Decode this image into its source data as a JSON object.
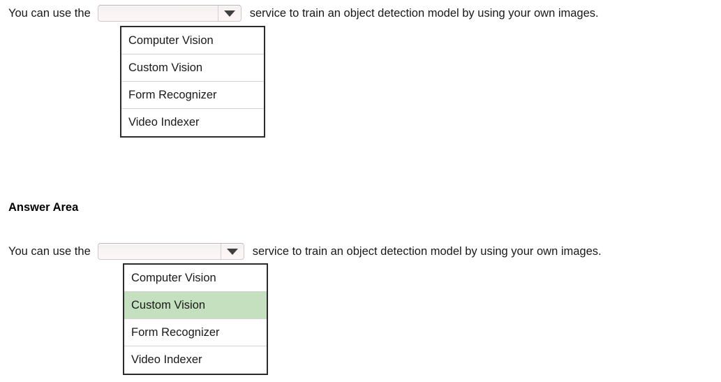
{
  "page": {
    "background_color": "#ffffff",
    "text_color": "#191919"
  },
  "question": {
    "lead_text": "You can use the",
    "tail_text": "service to train an object detection model by using your own images.",
    "dropdown": {
      "selected_value": "",
      "placeholder": "",
      "arrow_icon": "chevron-down-icon",
      "expanded": true,
      "options": [
        {
          "label": "Computer Vision",
          "selected": false
        },
        {
          "label": "Custom Vision",
          "selected": false
        },
        {
          "label": "Form Recognizer",
          "selected": false
        },
        {
          "label": "Video Indexer",
          "selected": false
        }
      ]
    }
  },
  "answer_area": {
    "heading": "Answer Area",
    "lead_text": "You can use the",
    "tail_text": "service to train an object detection model by using your own images.",
    "dropdown": {
      "selected_value": "",
      "placeholder": "",
      "arrow_icon": "chevron-down-icon",
      "expanded": true,
      "highlight_color": "#c4e0bf",
      "options": [
        {
          "label": "Computer Vision",
          "selected": false
        },
        {
          "label": "Custom Vision",
          "selected": true
        },
        {
          "label": "Form Recognizer",
          "selected": false
        },
        {
          "label": "Video Indexer",
          "selected": false
        }
      ]
    }
  }
}
